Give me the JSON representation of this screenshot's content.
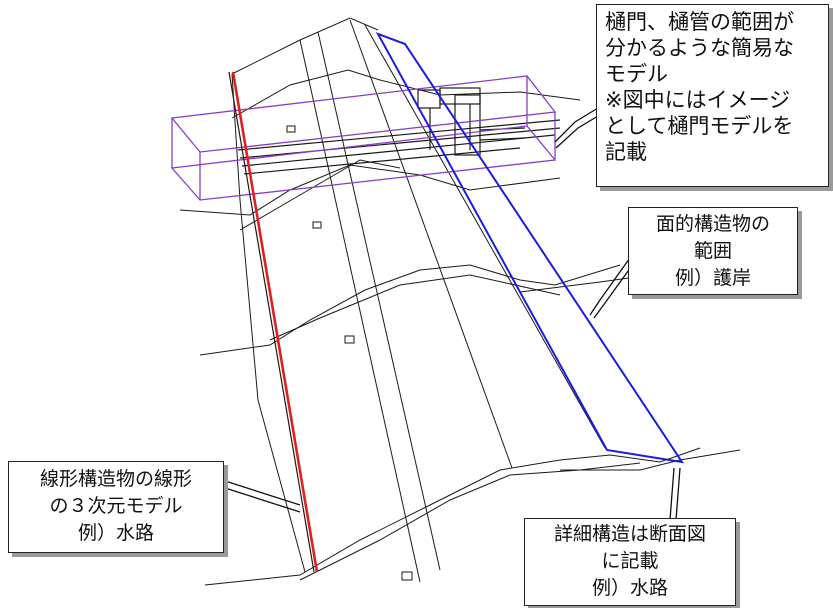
{
  "callouts": {
    "gate_model": {
      "lines": [
        "樋門、樋管の範囲が",
        "分かるような簡易な",
        "モデル",
        "※図中にはイメージ",
        "として樋門モデルを",
        "記載"
      ]
    },
    "area_structure": {
      "lines": [
        "面的構造物の",
        "範囲",
        "例）護岸"
      ]
    },
    "linear_structure": {
      "lines": [
        "線形構造物の線形",
        "の３次元モデル",
        "例）水路"
      ]
    },
    "detail_structure": {
      "lines": [
        "詳細構造は断面図",
        "に記載",
        "例）水路"
      ]
    }
  },
  "colors": {
    "linear_model": "#e02020",
    "area_extent": "#1c1ce0",
    "gate_box": "#8a3cc8",
    "wireframe": "#1a1a1a"
  }
}
